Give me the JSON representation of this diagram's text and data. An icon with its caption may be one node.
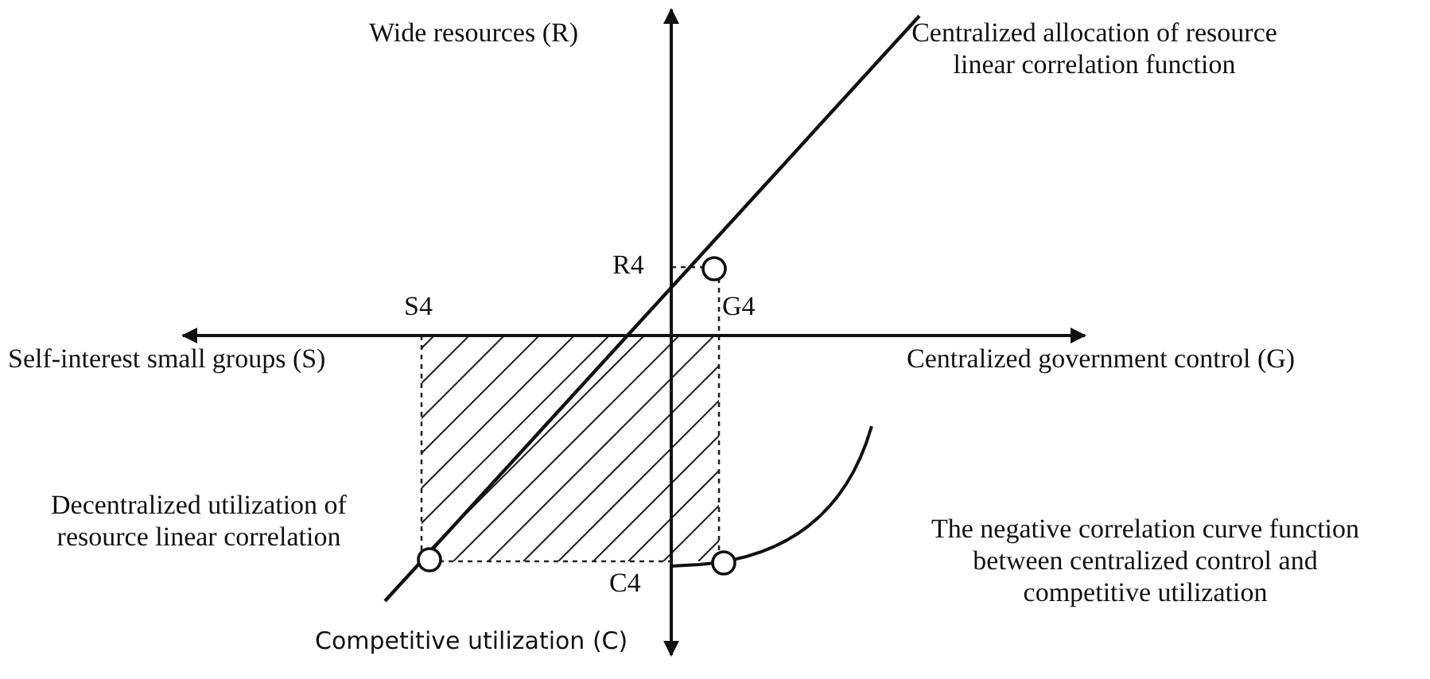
{
  "diagram": {
    "labels": [
      "Wide resources (R)",
      "Centralized allocation of resource linear correlation function",
      "R4",
      "S4",
      "G4",
      "Self-interest small groups (S)",
      "Centralized government control (G)",
      "Decentralized utilization of resource linear correlation",
      "The negative correlation curve function between centralized control and competitive utilization",
      "C4",
      "Competitive utilization (C)"
    ]
  }
}
